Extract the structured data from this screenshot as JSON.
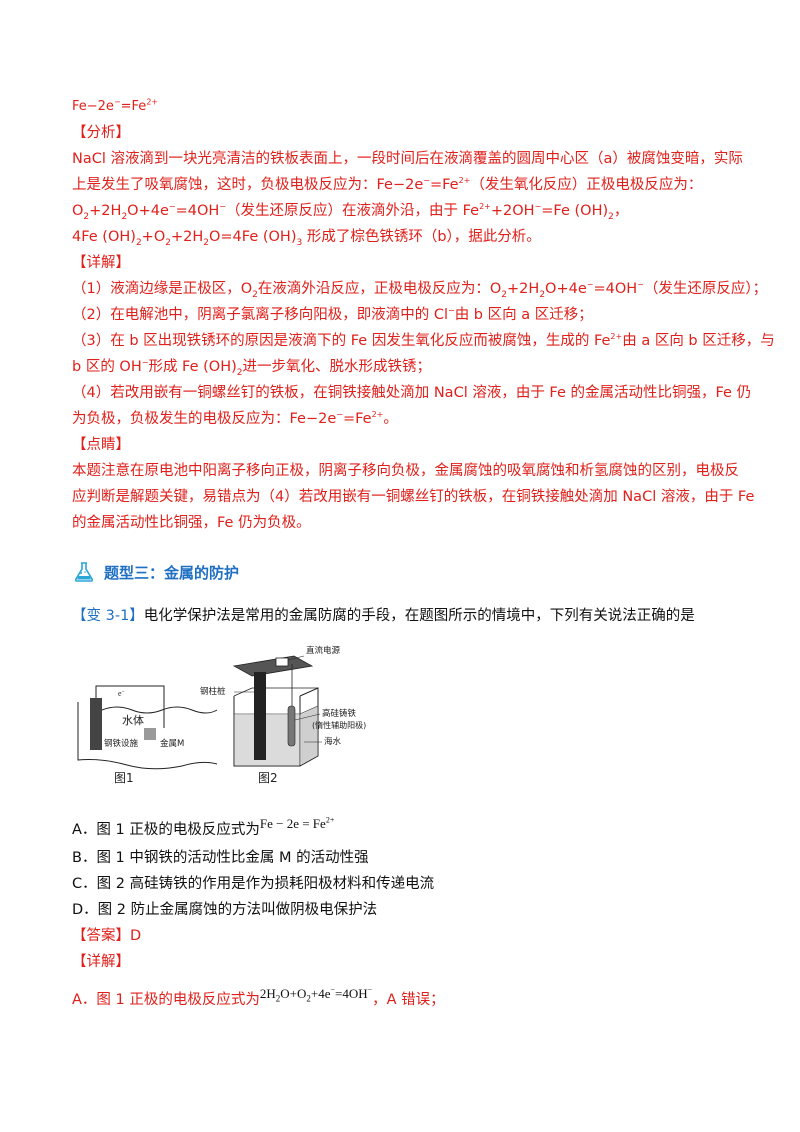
{
  "line0": {
    "a": "Fe−2e",
    "b": "−",
    "c": "=Fe",
    "d": "2+"
  },
  "analysis_heading": "【分析】",
  "analysis": {
    "l1": "NaCl 溶液滴到一块光亮清洁的铁板表面上，一段时间后在液滴覆盖的圆周中心区（a）被腐蚀变暗，实际",
    "l2a": "上是发生了吸氧腐蚀，这时，负极电极反应为：Fe−2e",
    "l2b": "−",
    "l2c": "=Fe",
    "l2d": "2+",
    "l2e": "（发生氧化反应）正极电极反应为：",
    "l3a": "O",
    "l3b": "2",
    "l3c": "+2H",
    "l3d": "2",
    "l3e": "O+4e",
    "l3f": "−",
    "l3g": "=4OH",
    "l3h": "−",
    "l3i": "（发生还原反应）在液滴外沿，由于 Fe",
    "l3j": "2+",
    "l3k": "+2OH",
    "l3l": "−",
    "l3m": "=Fe (OH)",
    "l3n": "2",
    "l3o": "，",
    "l4a": "4Fe (OH)",
    "l4b": "2",
    "l4c": "+O",
    "l4d": "2",
    "l4e": "+2H",
    "l4f": "2",
    "l4g": "O=4Fe (OH)",
    "l4h": "3",
    "l4i": " 形成了棕色铁锈环（b），据此分析。"
  },
  "detail_heading": "【详解】",
  "detail": {
    "p1a": "（1）液滴边缘是正极区，O",
    "p1b": "2",
    "p1c": "在液滴外沿反应，正极电极反应为：O",
    "p1d": "2",
    "p1e": "+2H",
    "p1f": "2",
    "p1g": "O+4e",
    "p1h": "−",
    "p1i": "=4OH",
    "p1j": "−",
    "p1k": "（发生还原反应）；",
    "p2a": "（2）在电解池中，阴离子氯离子移向阳极，即液滴中的 Cl",
    "p2b": "−",
    "p2c": "由 b 区向 a 区迁移；",
    "p3a": "（3）在 b 区出现铁锈环的原因是液滴下的 Fe 因发生氧化反应而被腐蚀，生成的 Fe",
    "p3b": "2+",
    "p3c": "由 a 区向 b 区迁移，与",
    "p3d": "b 区的 OH",
    "p3e": "−",
    "p3f": "形成 Fe (OH)",
    "p3g": "2",
    "p3h": "进一步氧化、脱水形成铁锈；",
    "p4a": "（4）若改用嵌有一铜螺丝钉的铁板，在铜铁接触处滴加 NaCl 溶液，由于 Fe 的金属活动性比铜强，Fe 仍",
    "p4b": "为负极，负极发生的电极反应为：Fe−2e",
    "p4c": "−",
    "p4d": "=Fe",
    "p4e": "2+",
    "p4f": "。"
  },
  "tip_heading": "【点睛】",
  "tip": {
    "l1": "本题注意在原电池中阳离子移向正极，阴离子移向负极，金属腐蚀的吸氧腐蚀和析氢腐蚀的区别，电极反",
    "l2": "应判断是解题关键，易错点为（4）若改用嵌有一铜螺丝钉的铁板，在铜铁接触处滴加 NaCl 溶液，由于 Fe",
    "l3": "的金属活动性比铜强，Fe 仍为负极。"
  },
  "section": {
    "title": "题型三：金属的防护",
    "icon": "flask-icon"
  },
  "question": {
    "tag": "【变 3-1】",
    "text": "电化学保护法是常用的金属防腐的手段，在题图所示的情境中，下列有关说法正确的是"
  },
  "figure1": {
    "electron": "e",
    "electron_sup": "−",
    "water": "水体",
    "steel": "钢铁设施",
    "metal": "金属M",
    "caption": "图1"
  },
  "figure2": {
    "power": "直流电源",
    "pile": "钢柱桩",
    "anode1": "高硅铸铁",
    "anode2": "(惰性辅助阳极)",
    "sea": "海水",
    "caption": "图2"
  },
  "options": {
    "a_text": "A．图 1 正极的电极反应式为",
    "a_formula": "Fe − 2e  = Fe",
    "a_formula_sup": "2+",
    "b": "B．图 1 中钢铁的活动性比金属 M 的活动性强",
    "c": "C．图 2 高硅铸铁的作用是作为损耗阳极材料和传递电流",
    "d": "D．图 2 防止金属腐蚀的方法叫做阴极电保护法"
  },
  "answer": "【答案】D",
  "answer_detail_heading": "【详解】",
  "final": {
    "a": "A．图 1 正极的电极反应式为",
    "f1": "2H",
    "f2": "2",
    "f3": "O+O",
    "f4": "2",
    "f5": "+4e",
    "f6": "−",
    "f7": "=4OH",
    "f8": "−",
    "b": "，A 错误；"
  }
}
